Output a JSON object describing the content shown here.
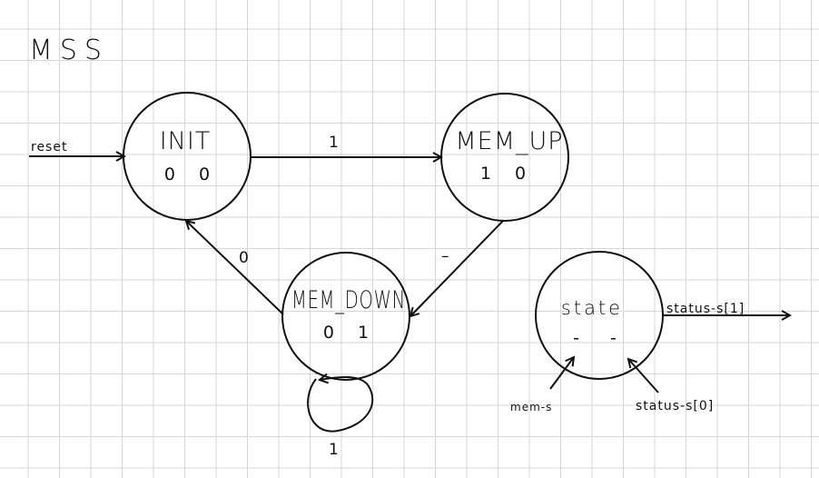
{
  "title": "MSS",
  "states": [
    {
      "id": "init",
      "name": "INIT",
      "code": "0 0"
    },
    {
      "id": "mem_up",
      "name": "MEM_UP",
      "code": "1 0"
    },
    {
      "id": "mem_down",
      "name": "MEM_DOWN",
      "code": "0 1"
    }
  ],
  "transitions": {
    "reset_label": "reset",
    "init_to_memup": "1",
    "memup_to_memdown": "–",
    "memdown_to_init": "0",
    "memdown_self": "1"
  },
  "legend": {
    "name": "state",
    "outputs": "- -",
    "output_right": "status-s[1]",
    "label_left": "mem-s",
    "label_right": "status-s[0]"
  }
}
